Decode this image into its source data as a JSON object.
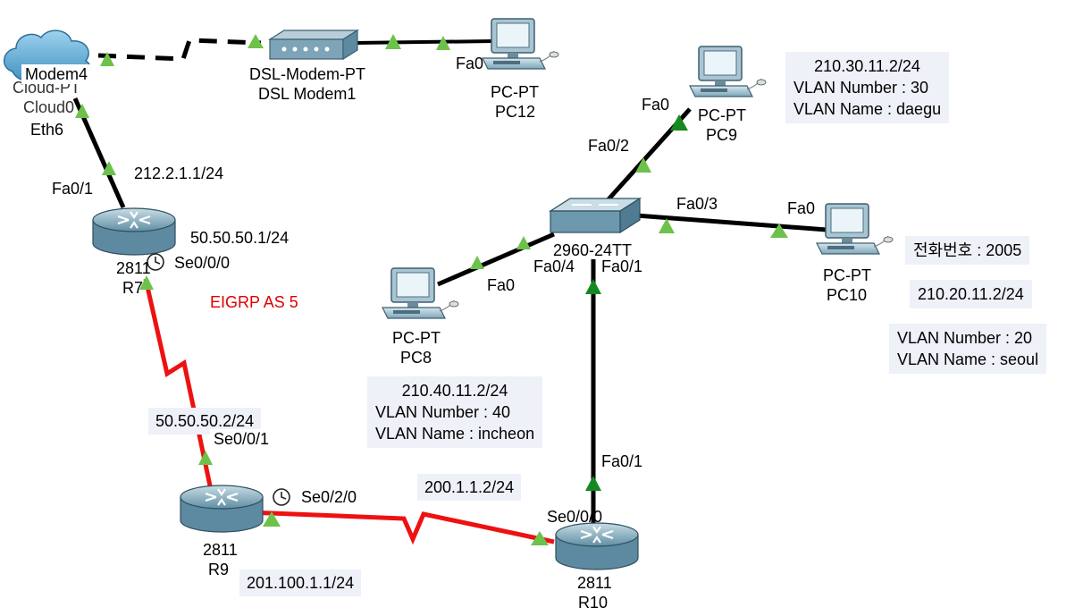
{
  "colors": {
    "serial_link": "#ee1111",
    "ethernet_link": "#000000",
    "port_up": "#6cc24a",
    "port_up_dark": "#138a1f",
    "routing_label": "#e00000",
    "info_box_bg": "#eef1f8"
  },
  "devices": {
    "cloud": {
      "name": "Modem4",
      "type_partial": "Cloud-PT",
      "name_partial": "Cloud0",
      "port": "Eth6"
    },
    "dsl_modem": {
      "type": "DSL-Modem-PT",
      "name": "DSL Modem1"
    },
    "pc12": {
      "type": "PC-PT",
      "name": "PC12",
      "port": "Fa0"
    },
    "pc9": {
      "type": "PC-PT",
      "name": "PC9",
      "port": "Fa0"
    },
    "pc10": {
      "type": "PC-PT",
      "name": "PC10",
      "port": "Fa0"
    },
    "pc8": {
      "type": "PC-PT",
      "name": "PC8",
      "port": "Fa0"
    },
    "switch": {
      "type": "2960-24TT",
      "ports": {
        "to_pc9": "Fa0/2",
        "to_pc10": "Fa0/3",
        "to_pc8": "Fa0/4",
        "to_r10": "Fa0/1"
      }
    },
    "r7": {
      "type": "2811",
      "name": "R7",
      "port_fa": "Fa0/1",
      "port_se": "Se0/0/0"
    },
    "r9": {
      "type": "2811",
      "name": "R9",
      "port_se1": "Se0/0/1",
      "port_se2": "Se0/2/0"
    },
    "r10": {
      "type": "2811",
      "name": "R10",
      "port_se": "Se0/0/0",
      "port_fa": "Fa0/1"
    }
  },
  "addresses": {
    "r7_fa": "212.2.1.1/24",
    "r7_se": "50.50.50.1/24",
    "r9_se1": "50.50.50.2/24",
    "r10_se": "200.1.1.2/24",
    "r9_se2": "201.100.1.1/24"
  },
  "routing_label": "EIGRP AS 5",
  "info": {
    "pc9": {
      "ip": "210.30.11.2/24",
      "vlan_number": "VLAN Number : 30",
      "vlan_name": "VLAN Name : daegu"
    },
    "pc10": {
      "phone": "전화번호 : 2005",
      "ip": "210.20.11.2/24",
      "vlan_number": "VLAN Number : 20",
      "vlan_name": "VLAN Name : seoul"
    },
    "pc8": {
      "ip": "210.40.11.2/24",
      "vlan_number": "VLAN Number : 40",
      "vlan_name": "VLAN Name : incheon"
    }
  }
}
